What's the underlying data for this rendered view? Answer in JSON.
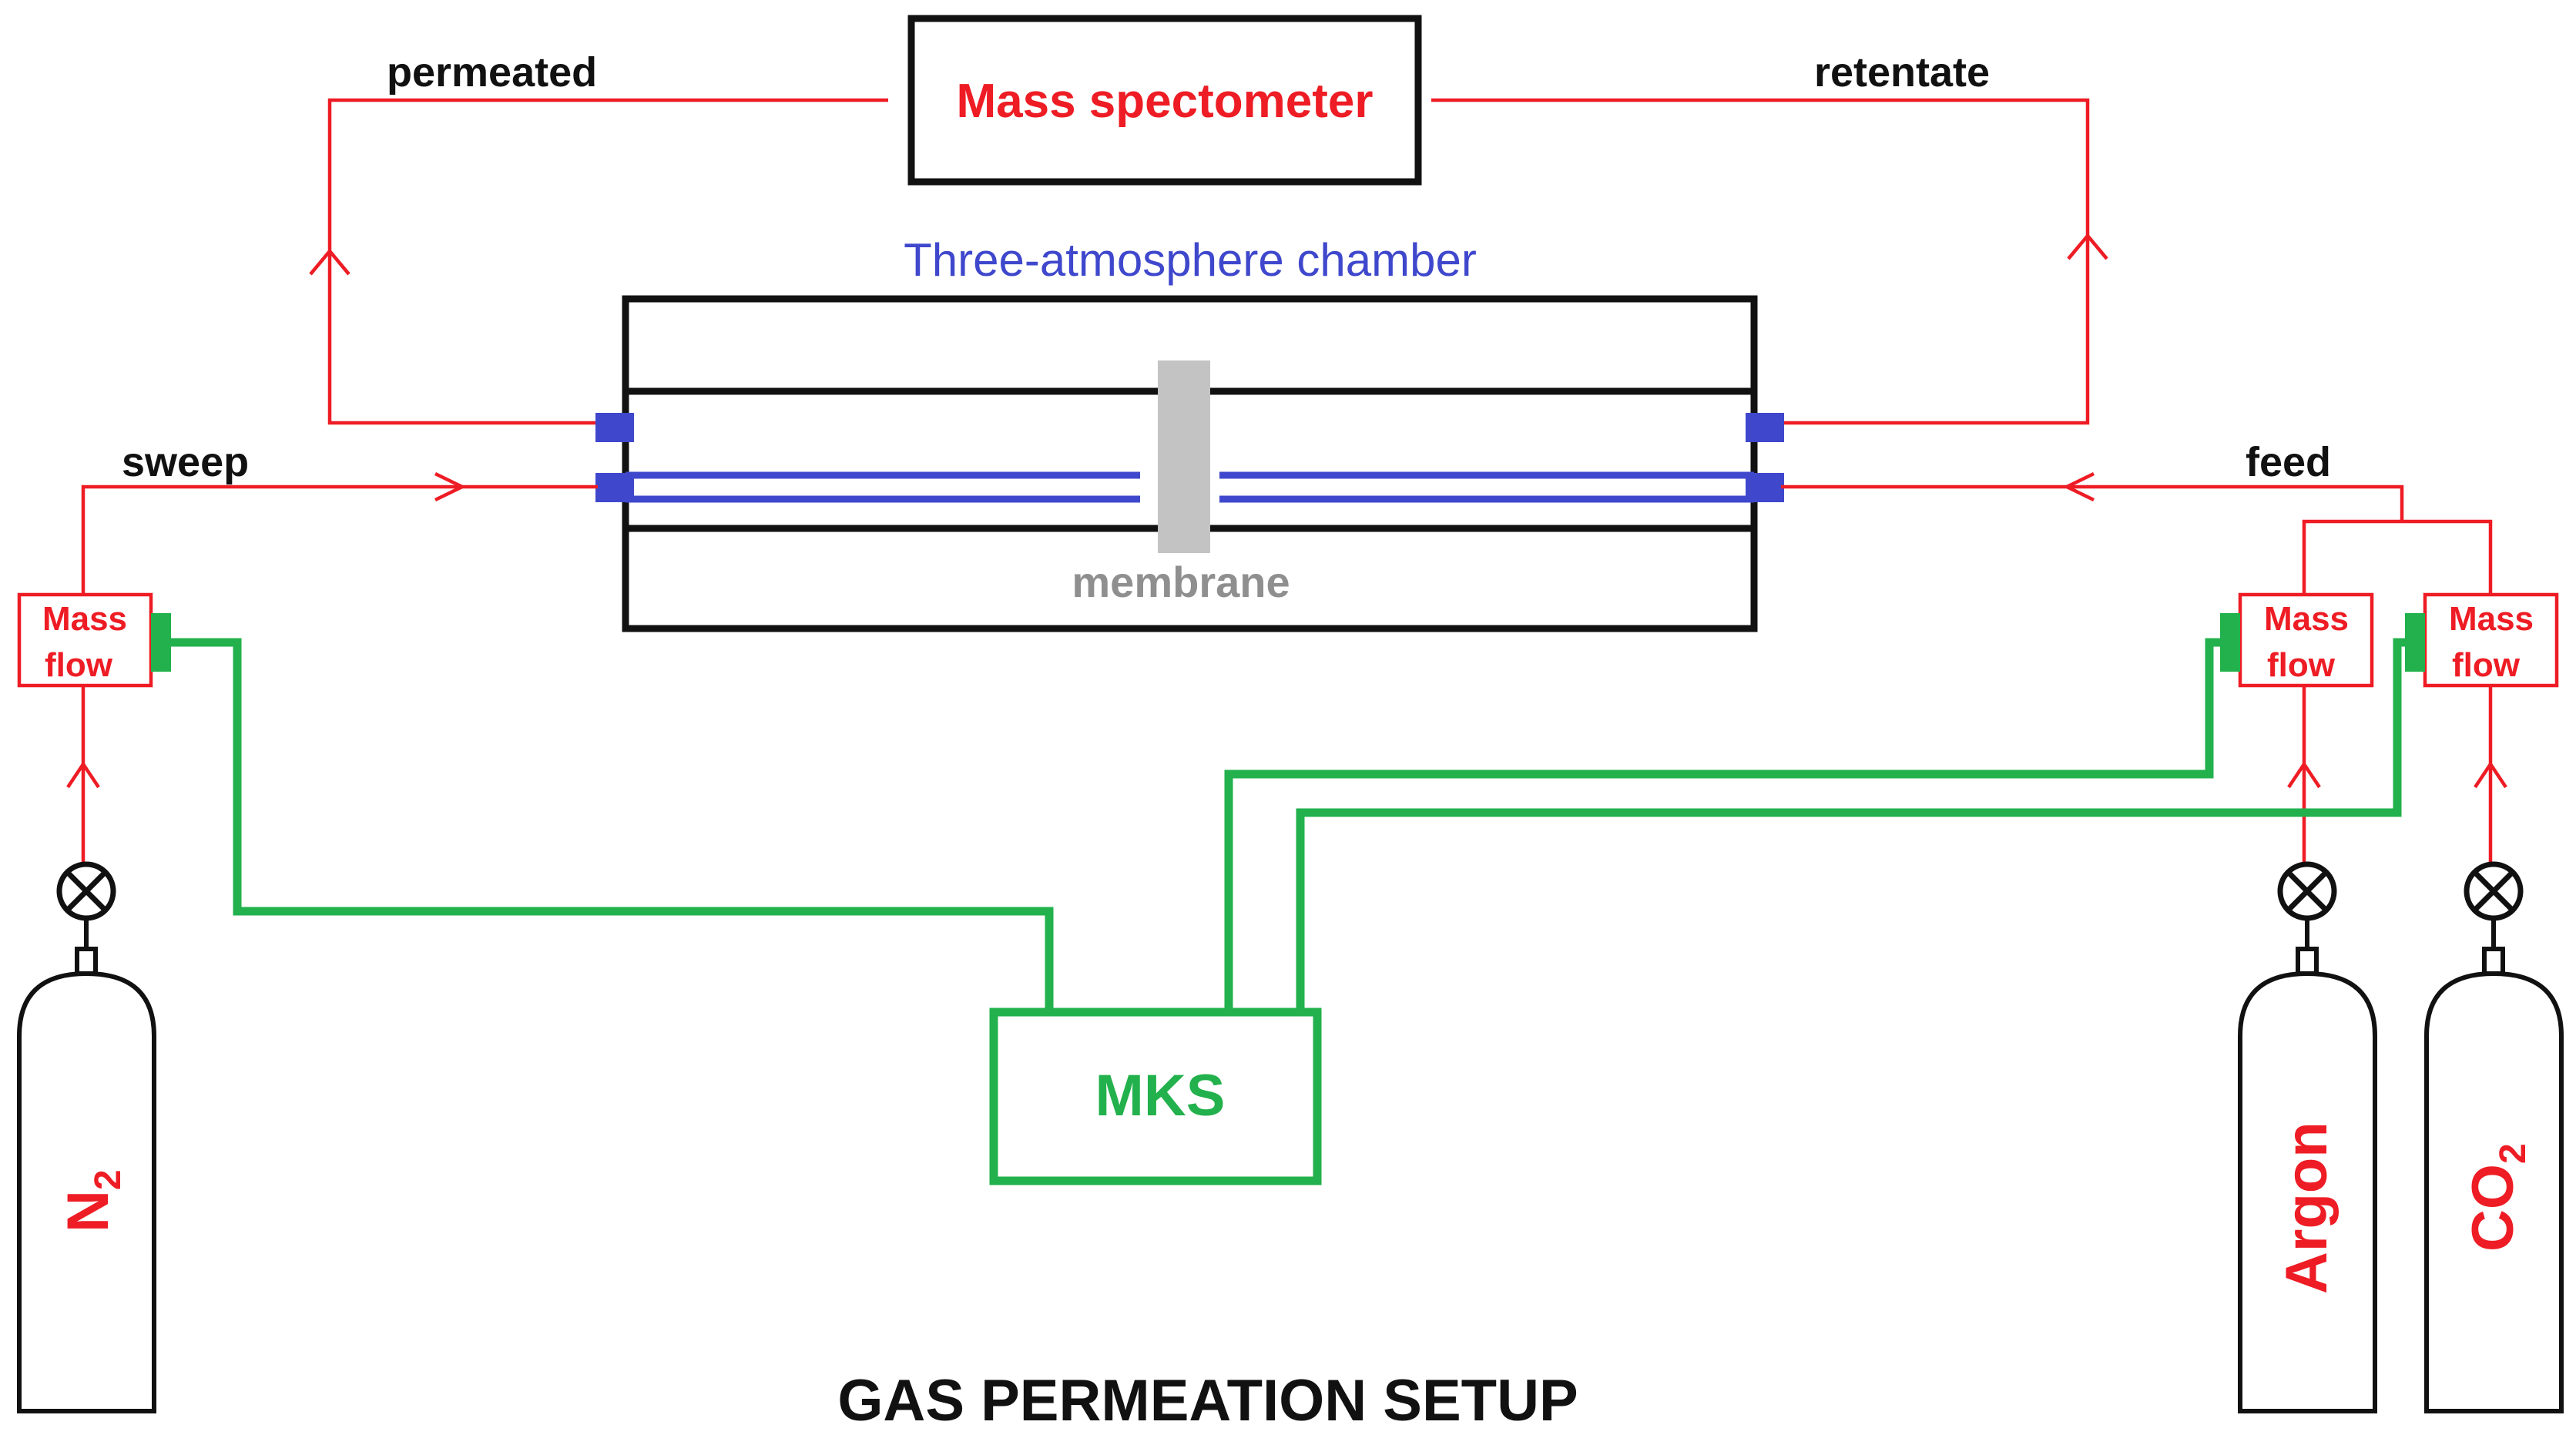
{
  "title": "GAS PERMEATION SETUP",
  "mass_spectrometer": {
    "label": "Mass spectometer"
  },
  "chamber": {
    "label": "Three-atmosphere chamber"
  },
  "membrane": {
    "label": "membrane"
  },
  "streams": {
    "permeated": "permeated",
    "retentate": "retentate",
    "sweep": "sweep",
    "feed": "feed"
  },
  "mass_flow": [
    {
      "line1": "Mass",
      "line2": "flow"
    },
    {
      "line1": "Mass",
      "line2": "flow"
    },
    {
      "line1": "Mass",
      "line2": "flow"
    }
  ],
  "controller": {
    "label": "MKS"
  },
  "cylinders": [
    {
      "gas": "N",
      "sub": "2"
    },
    {
      "gas": "Argon",
      "sub": ""
    },
    {
      "gas": "CO",
      "sub": "2"
    }
  ],
  "colors": {
    "gas_line": "#ee1c24",
    "signal_line": "#22b14c",
    "chamber_label": "#3f48cc",
    "membrane": "#c3c3c3",
    "port": "#3f48cc"
  }
}
